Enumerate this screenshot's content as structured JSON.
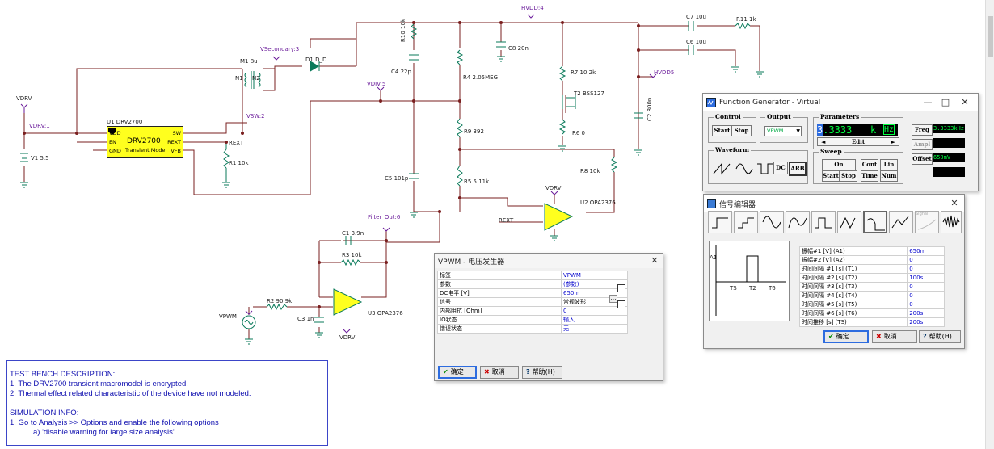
{
  "schematic": {
    "component_labels": {
      "vdrv_src": "VDRV",
      "vdrv_net": "VDRV:1",
      "v1": "V1 5.5",
      "u1": "U1 DRV2700",
      "m1": "M1 8u",
      "n1": "N1",
      "n2": "N2",
      "vsecondary": "VSecondary:3",
      "d1": "D1 D_D",
      "vsw": "VSW:2",
      "rext": "REXT",
      "r1": "R1 10k",
      "r10": "R10 10k",
      "c4": "C4 22p",
      "r4": "R4 2.05MEG",
      "c8": "C8 20n",
      "hvdd4": "HVDD:4",
      "c7": "C7 10u",
      "r11": "R11 1k",
      "c6": "C6 10u",
      "hvdd5": "HVDD5",
      "r7": "R7 10.2k",
      "t2": "T2 BSS127",
      "r6": "R6 0",
      "c2": "C2 800n",
      "vdiv": "VDIV:5",
      "r9": "R9 392",
      "c5": "C5 101p",
      "r5": "R5 5.11k",
      "r8": "R8 10k",
      "vdrv2": "VDRV",
      "u2": "U2 OPA2376",
      "rext2": "REXT",
      "filter_out": "Filter_Out:6",
      "c1": "C1 3.9n",
      "r3": "R3 10k",
      "r2": "R2 90.9k",
      "c3": "C3 1n",
      "u3": "U3 OPA2376",
      "vdrv3": "VDRV",
      "vpwm": "VPWM"
    },
    "chip": {
      "pins_left": [
        "VDD",
        "EN",
        "GND"
      ],
      "pins_right": [
        "SW",
        "REXT",
        "VFB"
      ],
      "name": "DRV2700",
      "subtitle": "Transient Model"
    }
  },
  "function_generator": {
    "title": "Function Generator - Virtual",
    "control_label": "Control",
    "start_label": "Start",
    "stop_label": "Stop",
    "output_label": "Output",
    "output_value": "VPWM",
    "parameters_label": "Parameters",
    "param_digit": "3",
    "param_value": ".3333",
    "param_unit1": "k",
    "param_unit2": "Hz",
    "edit_label": "Edit",
    "waveform_label": "Waveform",
    "dc_label": "DC",
    "arb_label": "ARB",
    "sweep_label": "Sweep",
    "on_label": "On",
    "cont_label": "Cont",
    "lin_label": "Lin",
    "time_label": "Time",
    "num_label": "Num",
    "freq_label": "Freq",
    "freq_value": "3.3333kHz",
    "ampl_label": "Ampl",
    "offset_label": "Offset",
    "offset_value": "650mV"
  },
  "signal_editor": {
    "title": "信号编辑器",
    "signal_tile_label": "Signal",
    "graph_labels": {
      "a1": "A1",
      "ts": "TS",
      "t2": "T2",
      "t6": "T6"
    },
    "rows": [
      {
        "label": "振幅#1 [V] (A1)",
        "value": "650m"
      },
      {
        "label": "振幅#2 [V] (A2)",
        "value": "0"
      },
      {
        "label": "时间间隔 #1 [s] (T1)",
        "value": "0"
      },
      {
        "label": "时间间隔 #2 [s] (T2)",
        "value": "100s"
      },
      {
        "label": "时间间隔 #3 [s] (T3)",
        "value": "0"
      },
      {
        "label": "时间间隔 #4 [s] (T4)",
        "value": "0"
      },
      {
        "label": "时间间隔 #5 [s] (T5)",
        "value": "0"
      },
      {
        "label": "时间间隔 #6 [s] (T6)",
        "value": "200s"
      },
      {
        "label": "时间推移 [s] (TS)",
        "value": "200s"
      }
    ],
    "ok_label": "确定",
    "cancel_label": "取消",
    "help_label": "帮助(H)"
  },
  "vpwm_dialog": {
    "title": "VPWM - 电压发生器",
    "rows": [
      {
        "label": "标签",
        "value": "VPWM"
      },
      {
        "label": "参数",
        "value": "(参数)"
      },
      {
        "label": "DC电平 [V]",
        "value": "650m"
      },
      {
        "label": "信号",
        "value": "常规波形"
      },
      {
        "label": "内部阻抗 [Ohm]",
        "value": "0"
      },
      {
        "label": "IO状态",
        "value": "输入"
      },
      {
        "label": "错误状态",
        "value": "无"
      }
    ],
    "ok_label": "确定",
    "cancel_label": "取消",
    "help_label": "帮助(H)"
  },
  "description": {
    "line1": "TEST BENCH DESCRIPTION:",
    "line2": "1. The DRV2700 transient macromodel is encrypted.",
    "line3": "2. Thermal effect related characteristic of the device have not modeled.",
    "line4": "SIMULATION INFO:",
    "line5": "1. Go to Analysis >> Options and enable the following options",
    "line6": "a) 'disable warning for large size analysis'"
  },
  "colors": {
    "wire": "#7a1f1f",
    "component": "#0a7a5a",
    "chip_fill": "#ffff1e",
    "net_label": "#6a1b9a",
    "desc_text": "#1010b0"
  }
}
